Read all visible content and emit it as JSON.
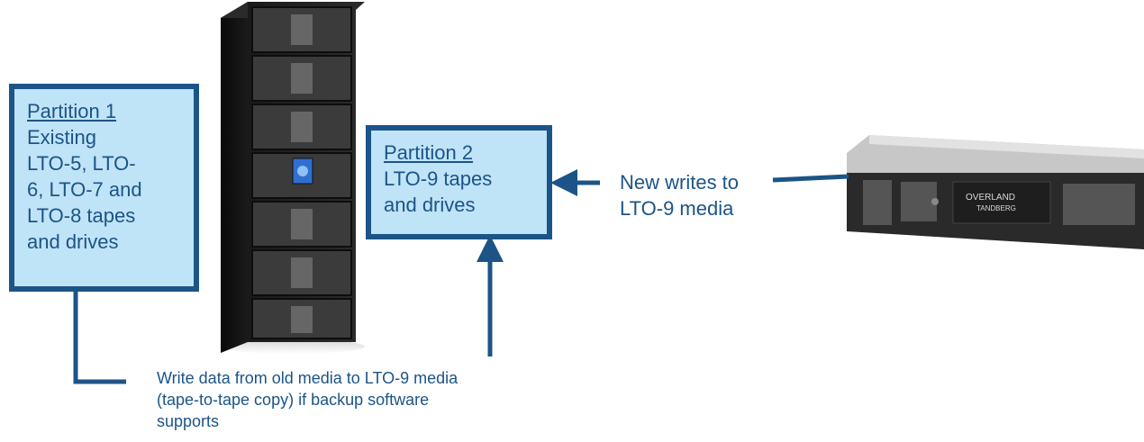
{
  "partition1": {
    "title": "Partition 1",
    "body": "Existing\nLTO-5, LTO-\n6, LTO-7 and\nLTO-8 tapes\nand drives"
  },
  "partition2": {
    "title": "Partition 2",
    "body": "LTO-9 tapes\nand drives"
  },
  "labels": {
    "new_writes": "New writes to\nLTO-9 media",
    "copy_note": "Write data from old media to LTO-9 media\n(tape-to-tape copy) if backup software\nsupports"
  },
  "server_logo": {
    "line1": "OVERLAND",
    "line2": "TANDBERG"
  },
  "colors": {
    "box_fill": "#bfe3f7",
    "accent": "#1c5487"
  }
}
